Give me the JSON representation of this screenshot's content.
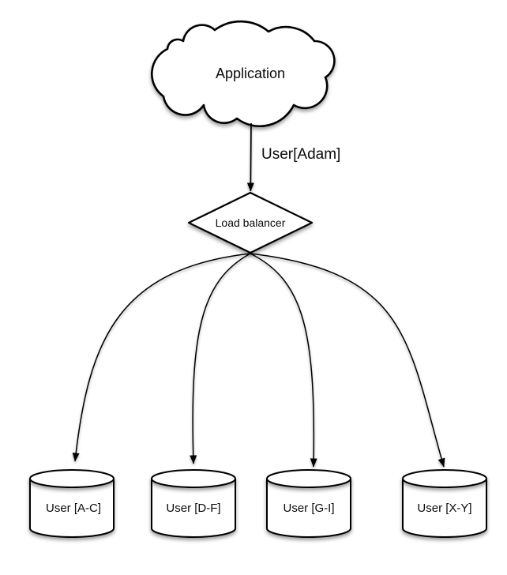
{
  "diagram": {
    "background_color": "#ffffff",
    "stroke_color": "#000000",
    "fill_color": "#ffffff",
    "nodes": {
      "application": {
        "label": "Application",
        "shape": "cloud"
      },
      "load_balancer": {
        "label": "Load balancer",
        "shape": "diamond"
      },
      "shards": [
        {
          "label": "User [A-C]",
          "shape": "cylinder"
        },
        {
          "label": "User [D-F]",
          "shape": "cylinder"
        },
        {
          "label": "User [G-I]",
          "shape": "cylinder"
        },
        {
          "label": "User [X-Y]",
          "shape": "cylinder"
        }
      ]
    },
    "edges": {
      "app_to_lb": {
        "label": "User[Adam]"
      }
    }
  }
}
